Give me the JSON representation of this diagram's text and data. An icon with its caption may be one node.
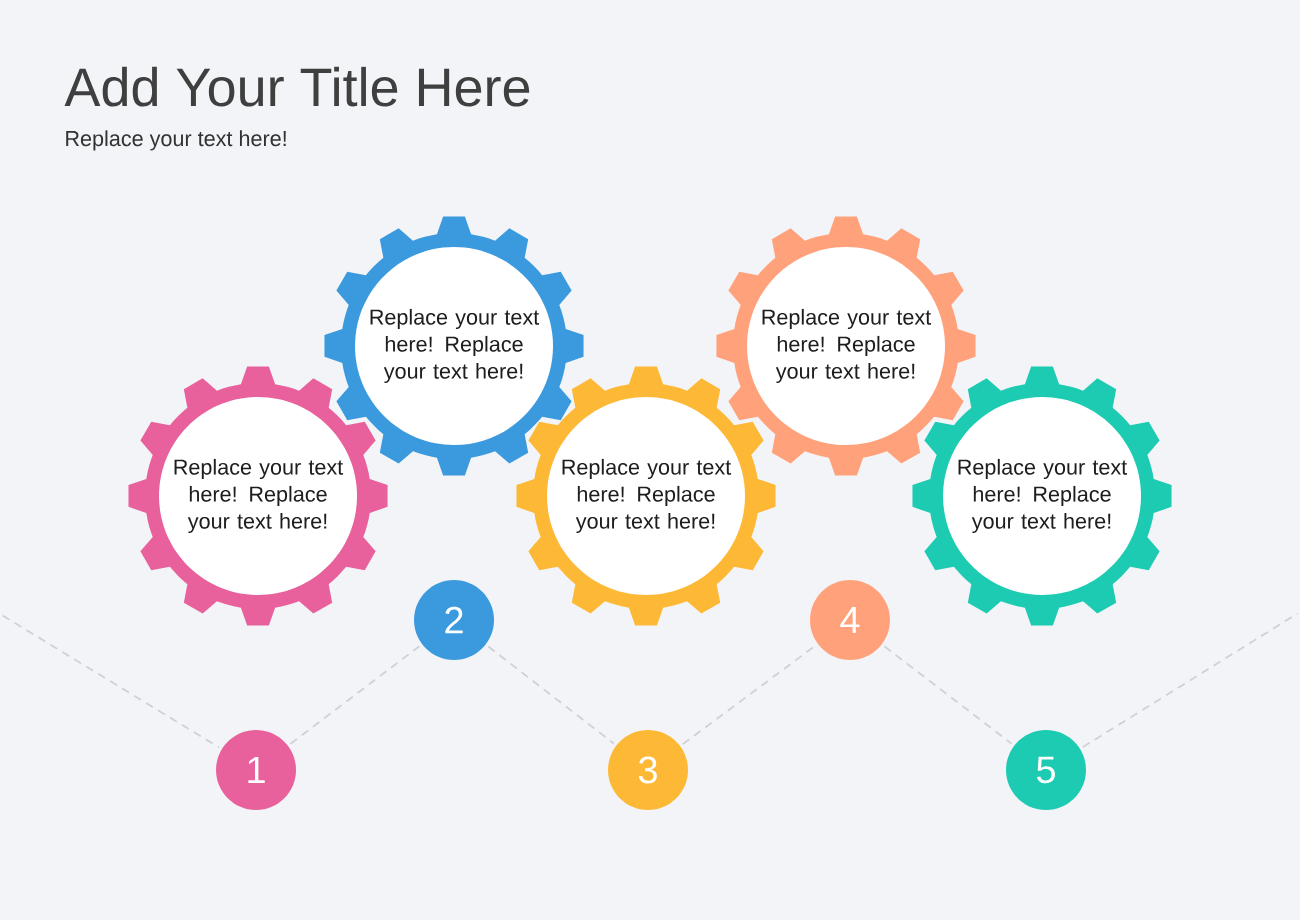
{
  "diagram": {
    "title": "Add Your Title Here",
    "nodes": [
      {
        "text": [
          "Replace your text here! Replace your text here!"
        ]
      },
      {
        "text": [
          "Replace your text here! Replace your text here!"
        ]
      },
      {
        "text": [
          "Replace your text here! Replace your text here!"
        ]
      },
      {
        "text": [
          "Replace your text here! Replace your text here!"
        ]
      },
      {
        "text": [
          "Replace your text here! Replace your text here!"
        ]
      },
      {
        "text": [
          "1"
        ]
      },
      {
        "text": [
          "2"
        ]
      },
      {
        "text": [
          "3"
        ]
      },
      {
        "text": [
          "4"
        ]
      },
      {
        "text": [
          "5"
        ]
      }
    ],
    "edges": [
      {
        "from": null,
        "to": 5,
        "arrow": "none",
        "style": "dashed"
      },
      {
        "from": 5,
        "to": 6,
        "arrow": "none",
        "style": "dashed"
      },
      {
        "from": 6,
        "to": 7,
        "arrow": "none",
        "style": "dashed"
      },
      {
        "from": 7,
        "to": 8,
        "arrow": "none",
        "style": "dashed"
      },
      {
        "from": 8,
        "to": 9,
        "arrow": "none",
        "style": "dashed"
      },
      {
        "from": 9,
        "to": null,
        "arrow": "none",
        "style": "dashed"
      }
    ],
    "labels": [
      "Replace your text here!"
    ]
  }
}
